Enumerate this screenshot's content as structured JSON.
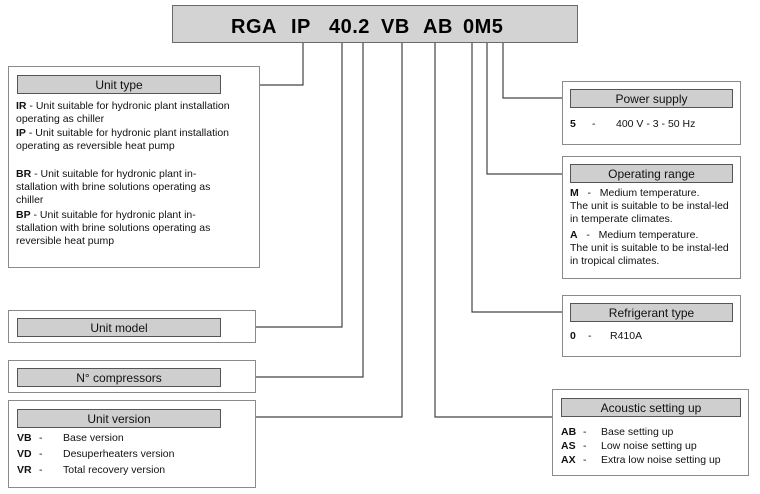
{
  "code": {
    "segments": [
      "RGA",
      "IP",
      "40.2",
      "VB",
      "AB",
      "0M5"
    ]
  },
  "unit_type": {
    "title": "Unit type",
    "items": [
      {
        "key": "IR",
        "text": " - Unit suitable for hydronic plant installation operating as chiller"
      },
      {
        "key": "IP",
        "text": " - Unit suitable for hydronic  plant installation operating as reversible heat pump"
      },
      {
        "key": "BR",
        "text": " - Unit suitable for hydronic plant in-stallation with brine solutions operating as chiller"
      },
      {
        "key": "BP",
        "text": " -  Unit suitable for hydronic plant in-stallation with brine solutions operating as reversible heat pump"
      }
    ]
  },
  "unit_model": {
    "title": "Unit model"
  },
  "compressors": {
    "title": "N° compressors"
  },
  "unit_version": {
    "title": "Unit version",
    "items": [
      {
        "key": "VB",
        "text": "Base version"
      },
      {
        "key": "VD",
        "text": "Desuperheaters version"
      },
      {
        "key": "VR",
        "text": "Total recovery version"
      }
    ]
  },
  "power_supply": {
    "title": "Power supply",
    "items": [
      {
        "key": "5",
        "text": "400 V  -  3   -  50 Hz"
      }
    ]
  },
  "operating_range": {
    "title": "Operating range",
    "items": [
      {
        "key": "M",
        "text": "Medium temperature.",
        "extra": "The unit is suitable to be instal-led in temperate climates."
      },
      {
        "key": "A",
        "text": "Medium temperature.",
        "extra": "The unit is suitable to be instal-led in tropical climates."
      }
    ]
  },
  "refrigerant": {
    "title": "Refrigerant type",
    "items": [
      {
        "key": "0",
        "text": "R410A"
      }
    ]
  },
  "acoustic": {
    "title": "Acoustic setting up",
    "items": [
      {
        "key": "AB",
        "text": "Base setting up"
      },
      {
        "key": "AS",
        "text": "Low noise setting up"
      },
      {
        "key": "AX",
        "text": "Extra low noise setting up"
      }
    ]
  }
}
